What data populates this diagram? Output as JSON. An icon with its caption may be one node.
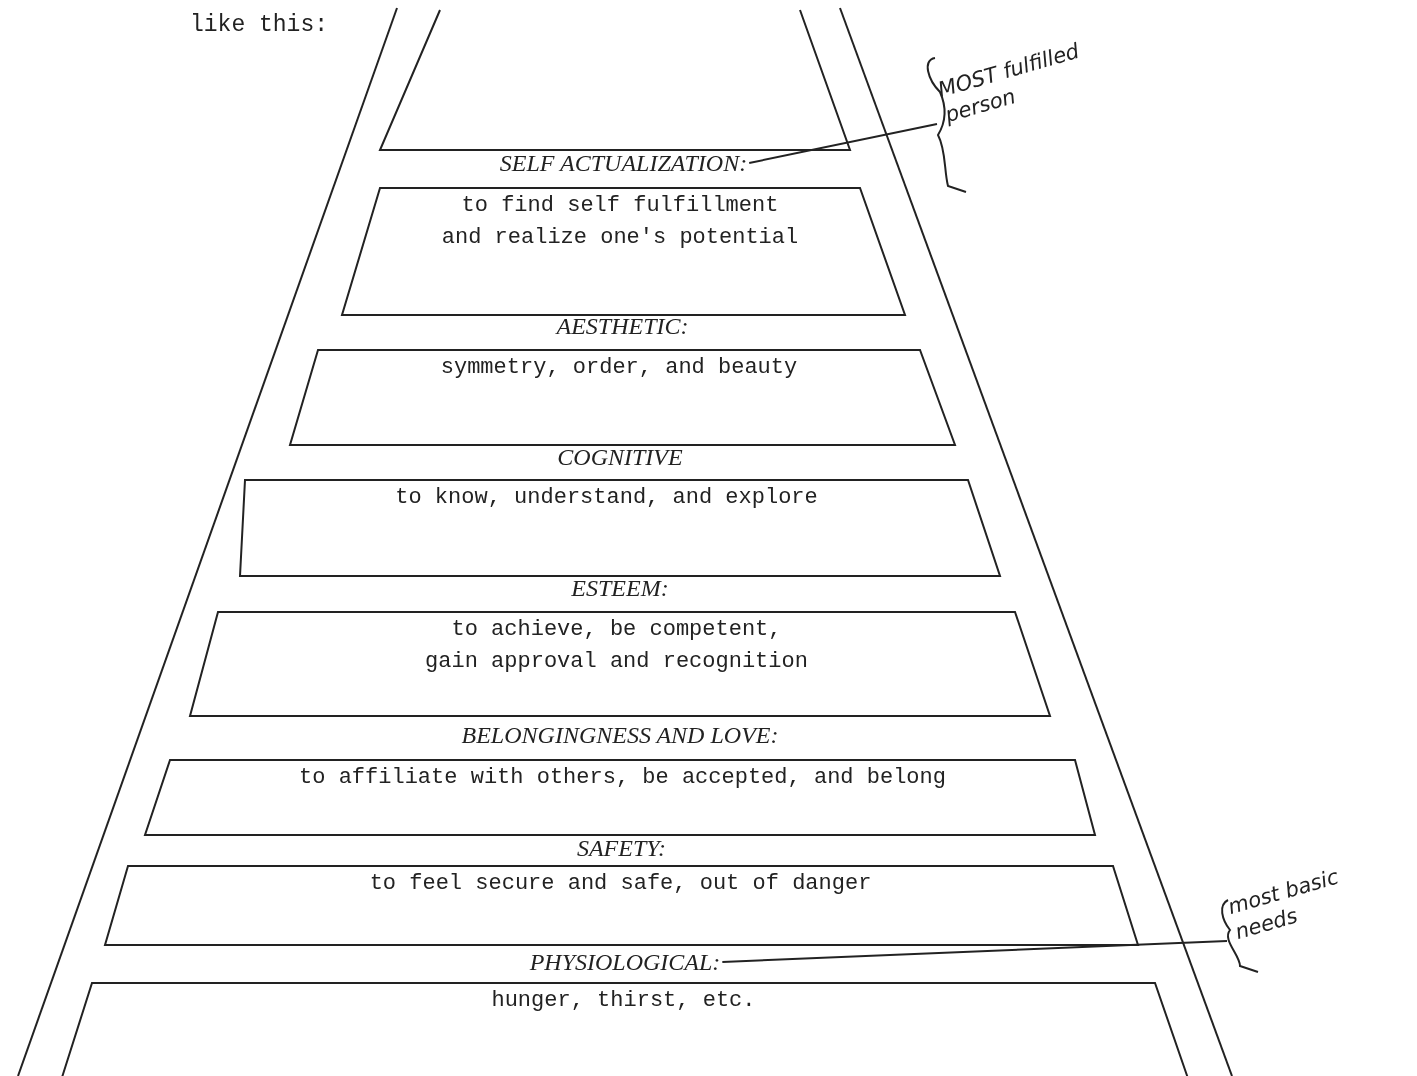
{
  "diagram": {
    "nodes": [
      {
        "text": [],
        "shape": "box"
      },
      {
        "text": [
          "SELF ACTUALIZATION:",
          "to find self fulfillment and realize one's potential"
        ]
      },
      {
        "text": [
          "AESTHETIC:",
          "symmetry, order, and beauty"
        ]
      },
      {
        "text": [
          "COGNITIVE",
          "to know, understand, and explore"
        ]
      },
      {
        "text": [
          "ESTEEM:",
          "to achieve, be competent, gain approval and recognition"
        ]
      },
      {
        "text": [
          "BELONGINGNESS AND LOVE:",
          "to affiliate with others, be accepted, and belong"
        ]
      },
      {
        "text": [
          "SAFETY:",
          "to feel secure and safe, out of danger"
        ]
      },
      {
        "text": [
          "PHYSIOLOGICAL:",
          "hunger, thirst, etc."
        ]
      },
      {
        "text": [
          "MOST fulfilled person"
        ]
      },
      {
        "text": [
          "most basic needs"
        ]
      }
    ],
    "edges": [
      {
        "from": 8,
        "to": 1,
        "arrow": "none"
      },
      {
        "from": 9,
        "to": 7,
        "arrow": "none"
      }
    ],
    "labels": [
      "like this:"
    ]
  }
}
